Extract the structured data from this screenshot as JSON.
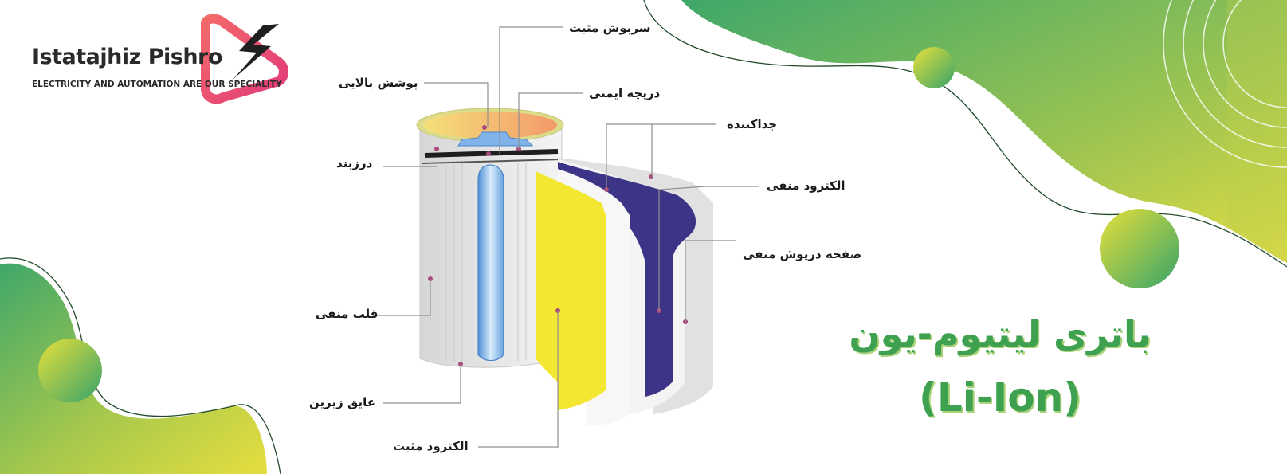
{
  "logo": {
    "name": "Istatajhiz Pishro",
    "tagline": "ELECTRICITY AND AUTOMATION ARE OUR SPECIALITY"
  },
  "labels": {
    "positive_cap": "سرپوش مثبت",
    "top_cover": "پوشش بالایی",
    "safety_vent": "دریچه ایمنی",
    "separator": "جداکننده",
    "gasket": "درزبند",
    "negative_electrode": "الکترود منفی",
    "negative_cap_plate": "صفحه درپوش منفی",
    "negative_core": "قلب منفی",
    "bottom_insulator": "عایق زیرین",
    "positive_electrode": "الکترود مثبت"
  },
  "title": {
    "fa": "باتری لیتیوم-یون",
    "en": "(Li-Ion)"
  },
  "colors": {
    "accent_green": "#3da14f",
    "accent_yellow": "#e3dd3a",
    "cathode_yellow": "#f3e731",
    "anode_purple": "#3c3486",
    "core_blue": "#7fb6e6",
    "logo_red": "#ee4b6a"
  }
}
